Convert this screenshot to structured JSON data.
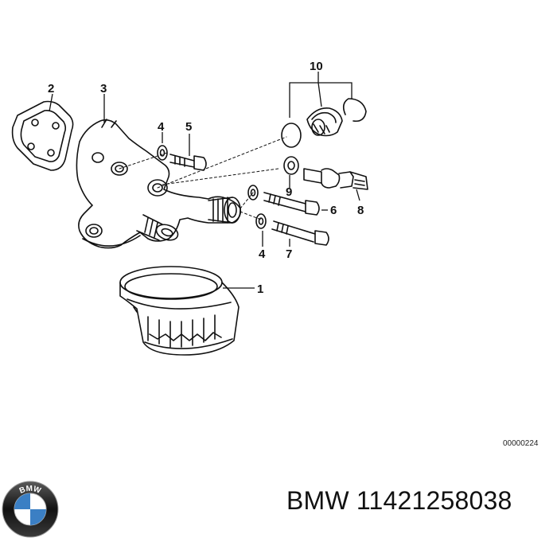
{
  "diagram": {
    "callouts": {
      "n1": "1",
      "n2": "2",
      "n3": "3",
      "n4a": "4",
      "n4b": "4",
      "n5": "5",
      "n6": "6",
      "n7": "7",
      "n8": "8",
      "n9": "9",
      "n10": "10"
    },
    "drawing_code": "00000224"
  },
  "footer": {
    "brand": "BMW",
    "part_number": "11421258038",
    "title": "BMW 11421258038"
  },
  "logo": {
    "icon": "bmw-roundel-icon",
    "colors": {
      "blue": "#3b7fc4",
      "ring": "#1a1a1a",
      "white": "#ffffff"
    }
  }
}
